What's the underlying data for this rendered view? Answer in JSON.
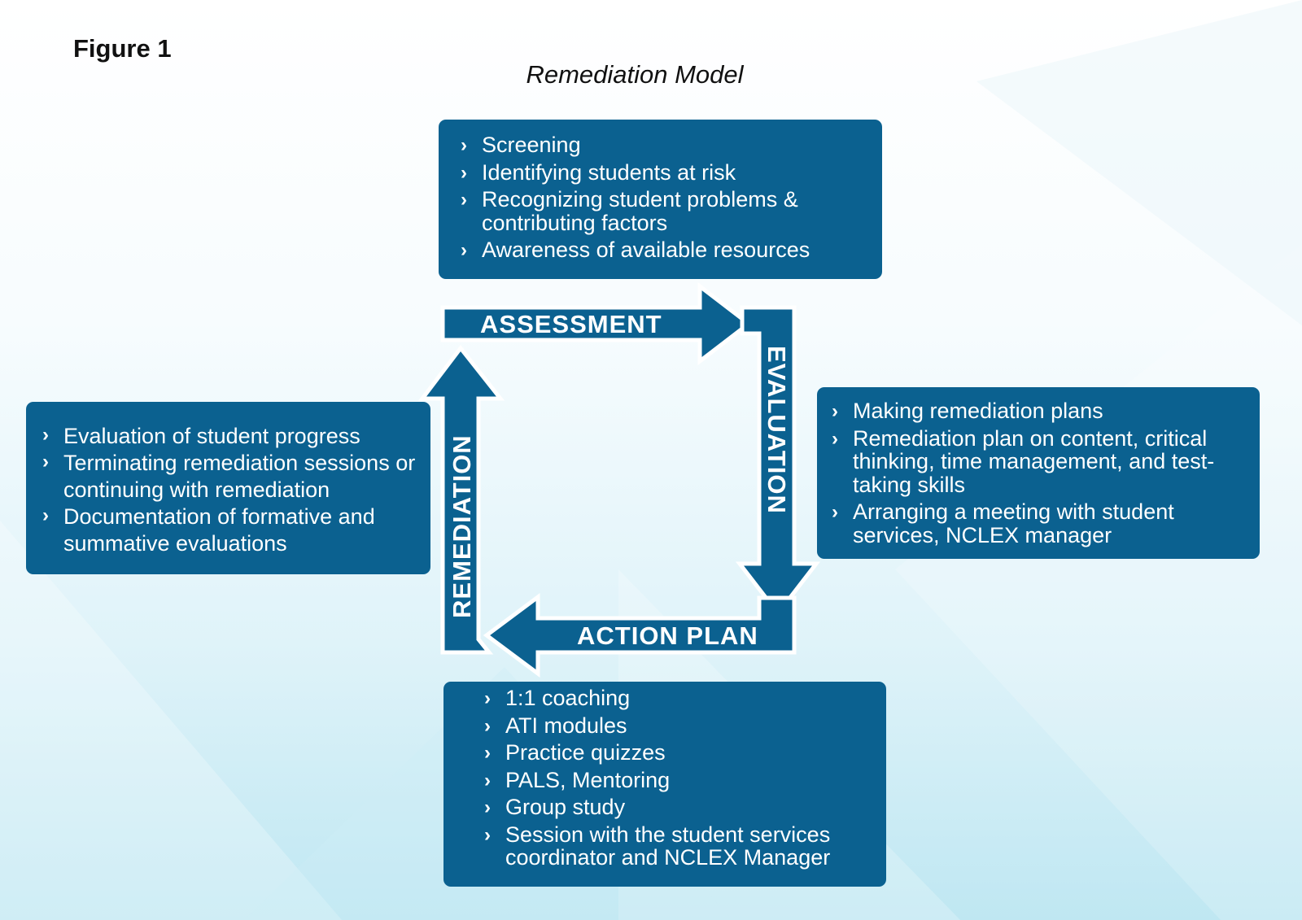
{
  "figure_label": "Figure 1",
  "title": "Remediation Model",
  "colors": {
    "box_fill": "#0b6190",
    "arrow_fill": "#0b6190",
    "text": "#ffffff"
  },
  "bullet_icon": "chevron-right-icon",
  "cycle": {
    "assessment": "ASSESSMENT",
    "evaluation": "EVALUATION",
    "action_plan": "ACTION PLAN",
    "remediation": "REMEDIATION"
  },
  "assessment_box": {
    "items": [
      "Screening",
      "Identifying students at risk",
      "Recognizing student problems & contributing factors",
      "Awareness of available resources"
    ]
  },
  "evaluation_box": {
    "items": [
      "Making remediation plans",
      "Remediation plan on content, critical thinking, time management, and test-taking skills",
      "Arranging a meeting with student services, NCLEX manager"
    ]
  },
  "remediation_box": {
    "items": [
      "Evaluation of student progress",
      "Terminating remediation sessions or continuing with remediation",
      "Documentation of formative and summative evaluations"
    ]
  },
  "action_plan_box": {
    "items": [
      "1:1 coaching",
      "ATI modules",
      "Practice quizzes",
      "PALS, Mentoring",
      "Group study",
      "Session with the student services coordinator and NCLEX Manager"
    ]
  }
}
